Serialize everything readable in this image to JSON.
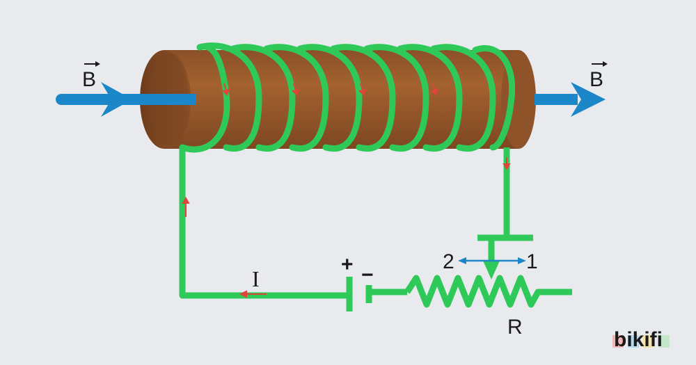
{
  "labels": {
    "b_left": "B",
    "b_right": "B",
    "current": "I",
    "plus": "+",
    "minus": "−",
    "slider_left": "2",
    "slider_right": "1",
    "resistor": "R"
  },
  "logo": {
    "text": "bikifi"
  },
  "colors": {
    "background": "#e8eaee",
    "wire": "#2fc95a",
    "core": "#9a5a2c",
    "core_end": "#7a4420",
    "field_arrow": "#1b87c9",
    "current_arrow": "#e0453a",
    "slider_arrow": "#1b87c9"
  }
}
